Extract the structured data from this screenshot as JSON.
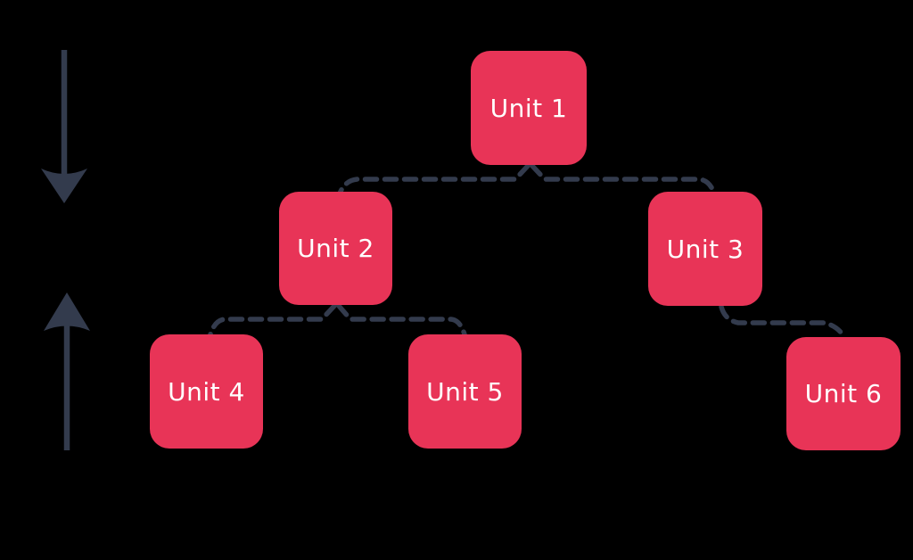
{
  "diagram": {
    "type": "tree",
    "background_color": "#000000",
    "node_fill_color": "#e83457",
    "node_text_color": "#ffffff",
    "connector_color": "#333b4d",
    "connector_style": "dashed",
    "arrow_color": "#333b4d",
    "nodes": [
      {
        "id": "unit-1",
        "label": "Unit 1",
        "level": 1
      },
      {
        "id": "unit-2",
        "label": "Unit 2",
        "level": 2
      },
      {
        "id": "unit-3",
        "label": "Unit 3",
        "level": 2
      },
      {
        "id": "unit-4",
        "label": "Unit 4",
        "level": 3
      },
      {
        "id": "unit-5",
        "label": "Unit 5",
        "level": 3
      },
      {
        "id": "unit-6",
        "label": "Unit 6",
        "level": 3
      }
    ],
    "edges": [
      {
        "from": "Unit 1",
        "to": "Unit 2",
        "style": "dashed"
      },
      {
        "from": "Unit 1",
        "to": "Unit 3",
        "style": "dashed"
      },
      {
        "from": "Unit 2",
        "to": "Unit 4",
        "style": "dashed"
      },
      {
        "from": "Unit 2",
        "to": "Unit 5",
        "style": "dashed"
      },
      {
        "from": "Unit 3",
        "to": "Unit 6",
        "style": "dashed"
      }
    ],
    "arrows": [
      {
        "id": "down-arrow",
        "direction": "down"
      },
      {
        "id": "up-arrow",
        "direction": "up"
      }
    ]
  }
}
